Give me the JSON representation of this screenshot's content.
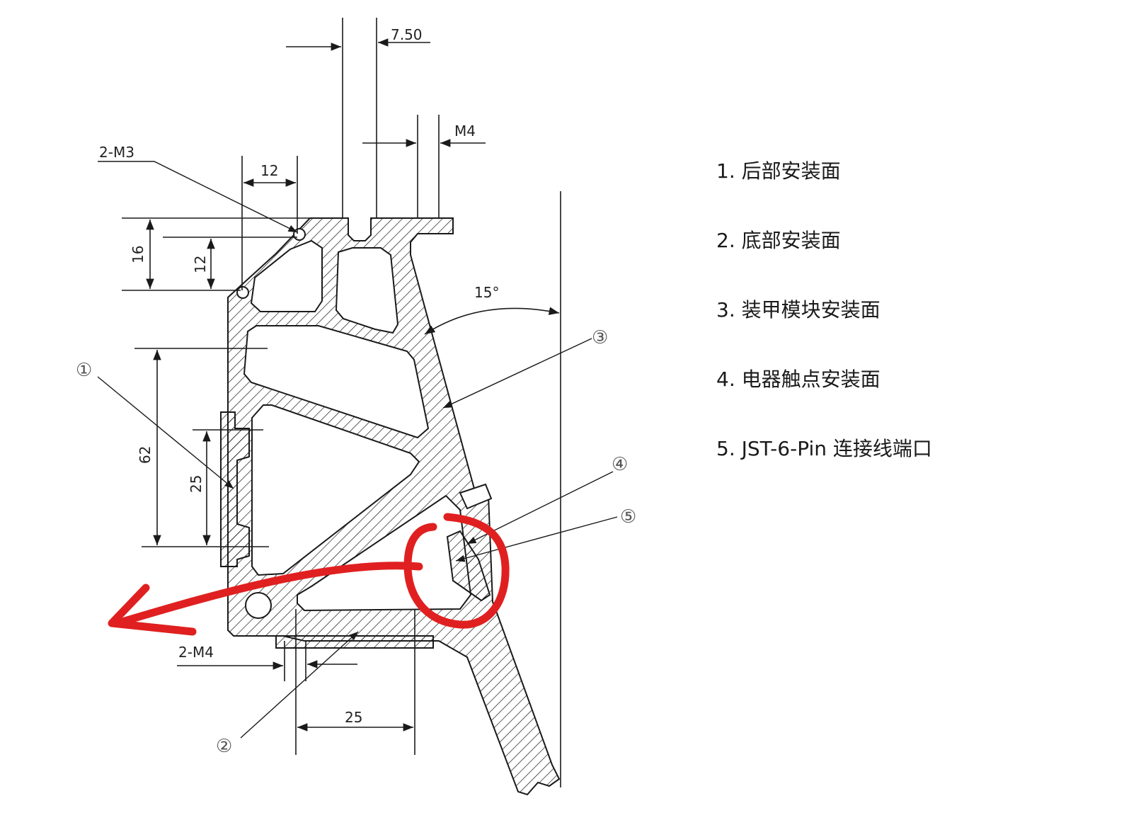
{
  "dimensions": {
    "top_offset": "7.50",
    "top_thread": "M4",
    "hole_callout": "2-M3",
    "hole_spacing": "12",
    "height_outer": "16",
    "height_inner": "12",
    "angle": "15°",
    "left_height": "62",
    "left_inner_height": "25",
    "bottom_thread": "2-M4",
    "bottom_spacing": "25"
  },
  "callouts": {
    "c1": "①",
    "c2": "②",
    "c3": "③",
    "c4": "④",
    "c5": "⑤"
  },
  "legend": [
    "1. 后部安装面",
    "2. 底部安装面",
    "3. 装甲模块安装面",
    "4. 电器触点安装面",
    "5. JST-6-Pin 连接线端口"
  ],
  "colors": {
    "line": "#1a1a1a",
    "annotation_red": "#e02020"
  }
}
